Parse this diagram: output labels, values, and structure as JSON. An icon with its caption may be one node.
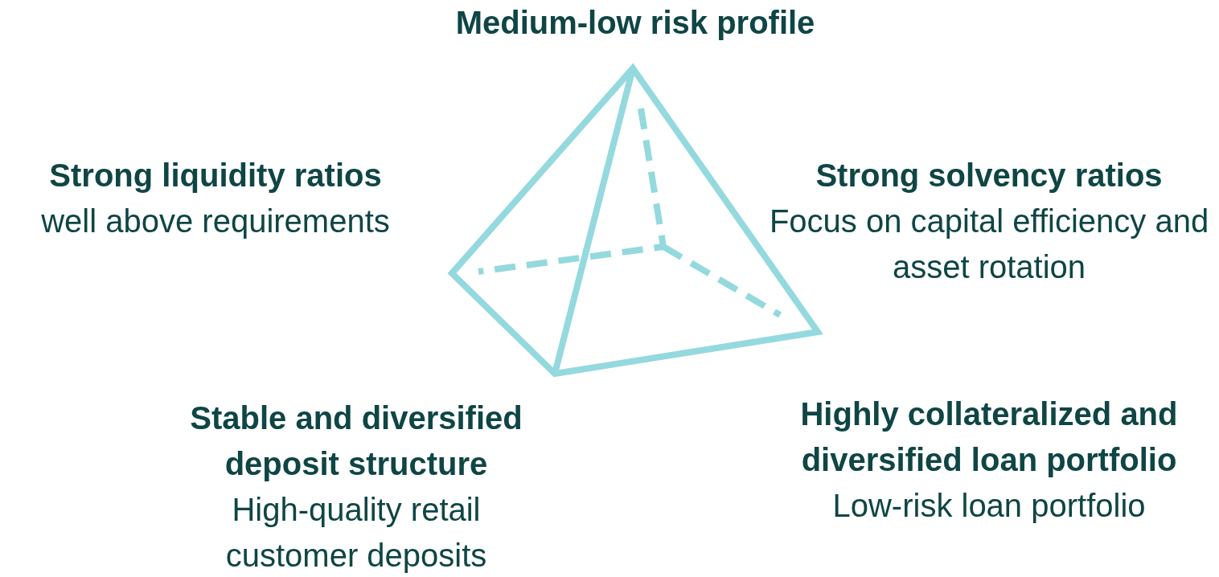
{
  "diagram": {
    "labels": [
      "Medium-low risk profile",
      "Strong liquidity ratios",
      "well above requirements",
      "Strong solvency ratios",
      "Focus on capital efficiency and asset rotation",
      "Stable and diversified deposit structure",
      "High-quality retail customer deposits",
      "Highly collateralized and diversified loan portfolio",
      "Low-risk loan portfolio"
    ]
  }
}
